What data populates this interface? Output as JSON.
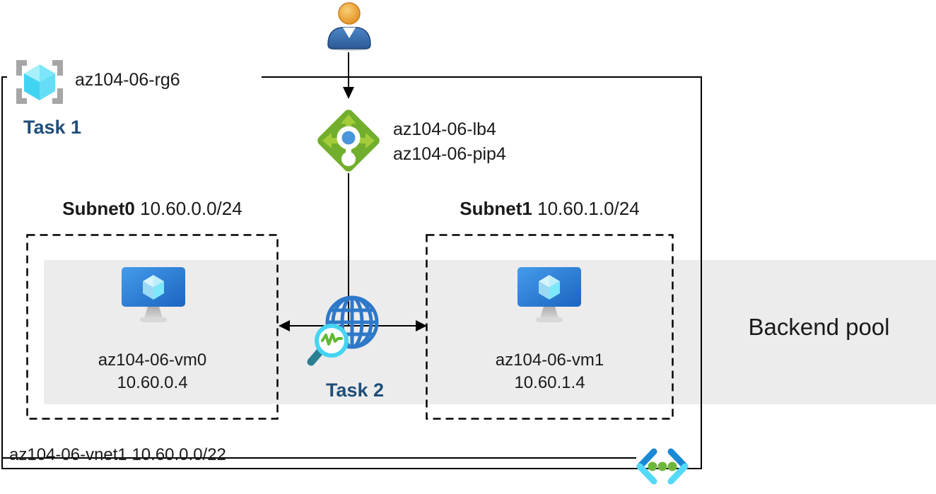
{
  "colors": {
    "task_blue": "#1f4e79",
    "text_dark": "#1a1a1a",
    "line_black": "#000000",
    "band_gray": "#ececec",
    "lb_green": "#72ae2d",
    "lb_arrow_green": "#a3cc3a",
    "lb_dot_blue": "#4a96dc",
    "rg_bracket_gray": "#a6a6a6",
    "globe_blue": "#2e78c8",
    "magnifier_cyan": "#46d4f1",
    "probe_green": "#5fba31",
    "handle_teal": "#2c7f93",
    "vnet_bracket_blue": "#1989d6",
    "vnet_bracket_cyan": "#55d9f8",
    "vnet_dot_green": "#6fb63c"
  },
  "resource_group": {
    "name": "az104-06-rg6",
    "task_label": "Task 1"
  },
  "load_balancer": {
    "name": "az104-06-lb4",
    "public_ip": "az104-06-pip4"
  },
  "subnets": [
    {
      "name": "Subnet0",
      "cidr": "10.60.0.0/24",
      "vm_name": "az104-06-vm0",
      "vm_ip": "10.60.0.4"
    },
    {
      "name": "Subnet1",
      "cidr": "10.60.1.0/24",
      "vm_name": "az104-06-vm1",
      "vm_ip": "10.60.1.4"
    }
  ],
  "probe": {
    "task_label": "Task 2"
  },
  "backend_pool": {
    "label": "Backend pool"
  },
  "vnet": {
    "name": "az104-06-vnet1",
    "cidr": "10.60.0.0/22"
  }
}
